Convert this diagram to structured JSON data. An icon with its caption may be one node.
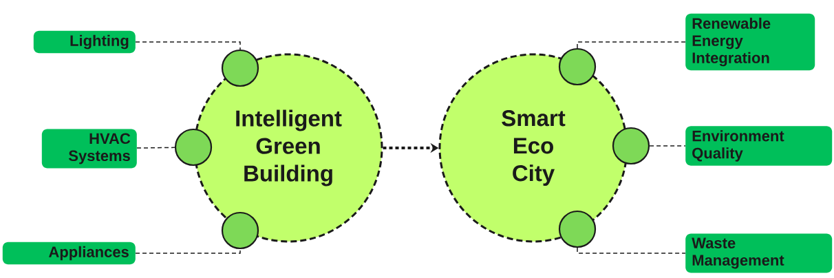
{
  "diagram": {
    "nodes": [
      {
        "text": [
          "Lighting"
        ]
      },
      {
        "text": [
          "HVAC Systems"
        ]
      },
      {
        "text": [
          "Appliances"
        ]
      },
      {
        "text": [],
        "shape": "circle"
      },
      {
        "text": [],
        "shape": "circle"
      },
      {
        "text": [],
        "shape": "circle"
      },
      {
        "text": [
          "Intelligent Green Building"
        ]
      },
      {
        "text": [
          "Smart Eco City"
        ]
      },
      {
        "text": [],
        "shape": "circle"
      },
      {
        "text": [],
        "shape": "circle"
      },
      {
        "text": [],
        "shape": "circle"
      },
      {
        "text": [
          "Renewable Energy Integration"
        ]
      },
      {
        "text": [
          "Environment Quality"
        ]
      },
      {
        "text": [
          "Waste Management"
        ]
      }
    ],
    "edges": [
      {
        "from": 0,
        "to": 3,
        "arrow": "none"
      },
      {
        "from": 1,
        "to": 4,
        "arrow": "none"
      },
      {
        "from": 2,
        "to": 5,
        "arrow": "none"
      },
      {
        "from": 6,
        "to": 7,
        "arrow": "to",
        "style": "dashed"
      },
      {
        "from": 8,
        "to": 11,
        "arrow": "none"
      },
      {
        "from": 9,
        "to": 12,
        "arrow": "none"
      },
      {
        "from": 10,
        "to": 13,
        "arrow": "none"
      }
    ]
  }
}
